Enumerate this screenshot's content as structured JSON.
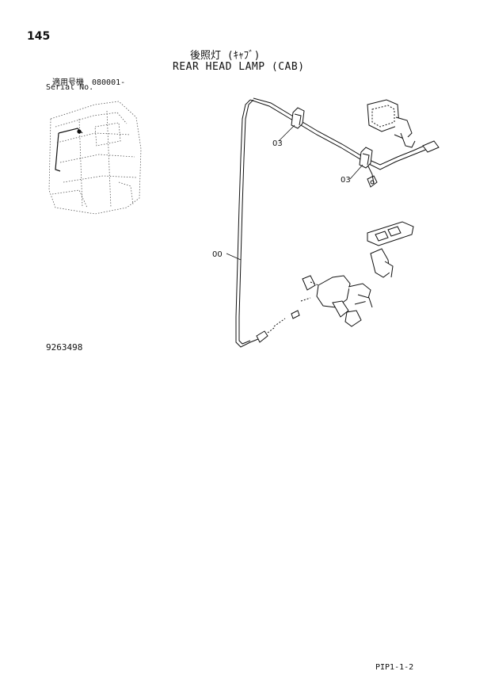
{
  "header": {
    "page_number": "145",
    "title_jp": "後照灯 (ｷｬﾌﾞ)",
    "title_en": "REAR HEAD LAMP (CAB)"
  },
  "serial": {
    "label_jp": "適用号機　080001-",
    "label_en": "Serial No."
  },
  "callouts": {
    "harness": "00",
    "clip_upper": "03",
    "clip_lower": "03"
  },
  "footer": {
    "drawing_number": "9263498",
    "page_code": "PIP1-1-2"
  }
}
